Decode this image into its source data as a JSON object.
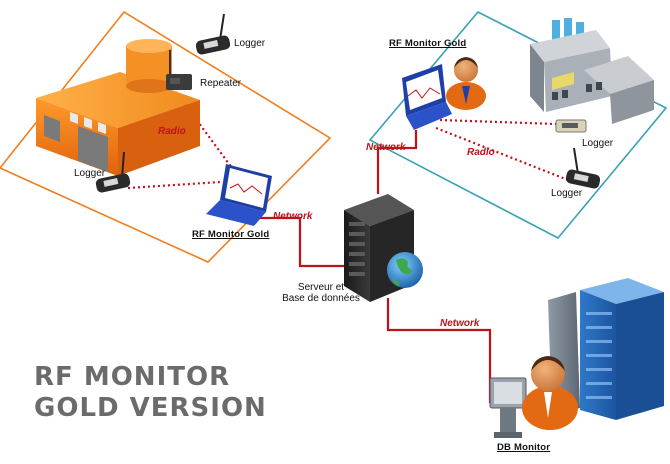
{
  "labels": {
    "logger_top": "Logger",
    "repeater": "Repeater",
    "radio_left": "Radio",
    "logger_left": "Logger",
    "network_left": "Network",
    "rf_monitor_left": "RF Monitor Gold",
    "rf_monitor_right": "RF Monitor Gold",
    "network_top": "Network",
    "radio_right": "Radio",
    "logger_right_top": "Logger",
    "logger_right_bottom": "Logger",
    "server_line1": "Serveur et",
    "server_line2": "Base de données",
    "network_bottom": "Network",
    "db_monitor": "DB Monitor"
  },
  "title": {
    "line1": "RF MONITOR",
    "line2": "GOLD VERSION"
  },
  "colors": {
    "left_frame": "#f07d1e",
    "right_frame": "#3aa0b4",
    "network_line": "#c0121a",
    "radio_dots": "#c0121a",
    "title_text": "#6b6b6b"
  }
}
